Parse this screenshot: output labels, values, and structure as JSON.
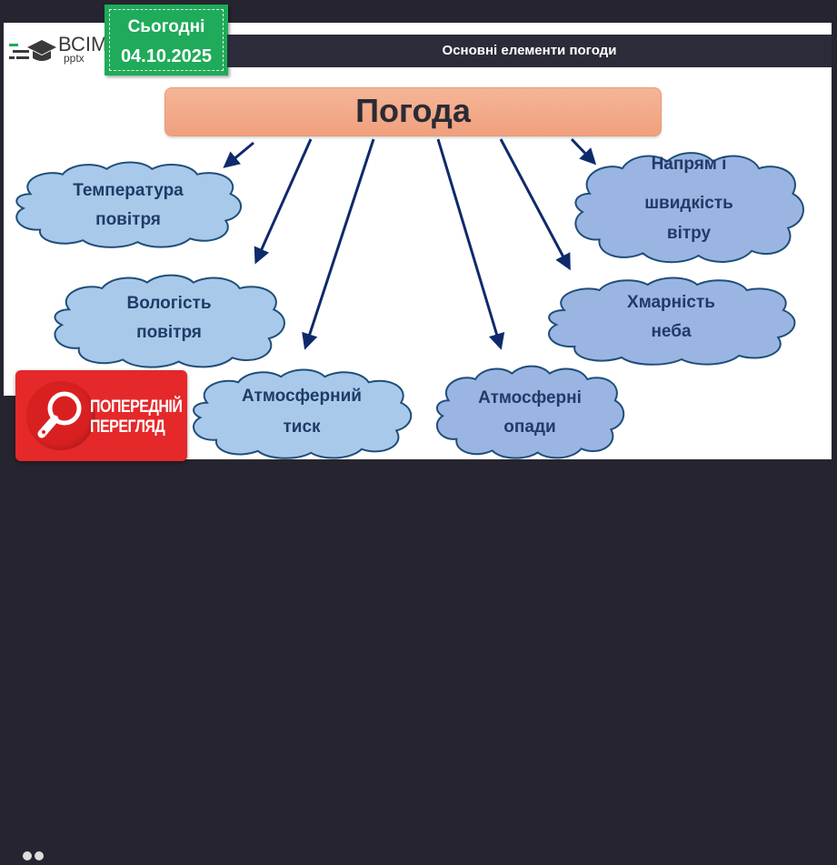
{
  "logo": {
    "brand": "ВСІМ",
    "sub": "pptx"
  },
  "today_badge": {
    "label": "Сьогодні",
    "date": "04.10.2025",
    "color": "#1fab5a"
  },
  "header": {
    "title": "Основні елементи погоди"
  },
  "main_concept": {
    "label": "Погода",
    "color": "#f3ab8a"
  },
  "elements": [
    {
      "line1": "Температура",
      "line2": "повітря"
    },
    {
      "line1": "Вологість",
      "line2": "повітря"
    },
    {
      "line1": "Атмосферний",
      "line2": "тиск"
    },
    {
      "line1": "Атмосферні",
      "line2": "опади"
    },
    {
      "line1": "Хмарність",
      "line2": "неба"
    },
    {
      "line1": "Напрям і",
      "line2": "швидкість",
      "line3": "вітру"
    }
  ],
  "colors": {
    "cloud_light": "#a9c9ea",
    "cloud_mid": "#9bb5e3",
    "cloud_border": "#1f4e79",
    "arrow": "#0f2a6b",
    "preview_red": "#e5282a"
  },
  "preview_badge": {
    "line1": "ПОПЕРЕДНІЙ",
    "line2": "ПЕРЕГЛЯД",
    "icon": "magnifier-icon"
  }
}
